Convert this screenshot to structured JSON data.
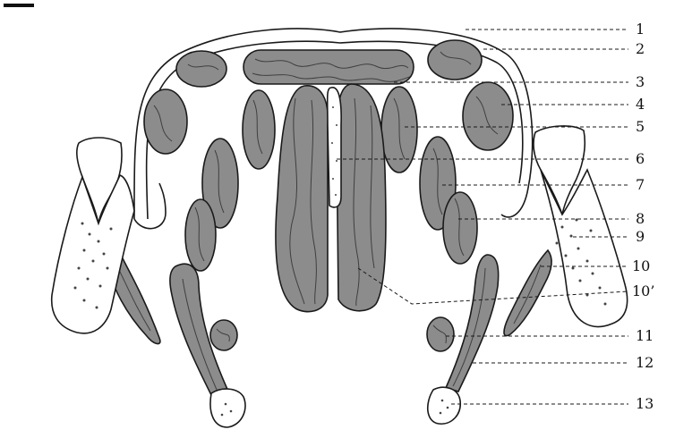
{
  "labels": [
    "1",
    "2",
    "3",
    "4",
    "5",
    "6",
    "7",
    "8",
    "9",
    "10",
    "10’",
    "11",
    "12",
    "13"
  ]
}
